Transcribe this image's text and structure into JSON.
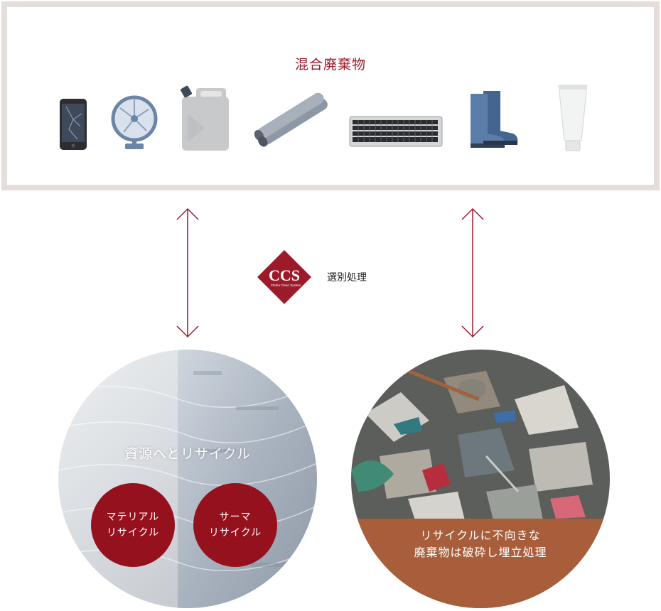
{
  "mixed_waste": {
    "title": "混合廃棄物",
    "items": [
      "smartphone-icon",
      "desk-fan-icon",
      "jerry-can-icon",
      "pipes-icon",
      "keyboard-icon",
      "rubber-boots-icon",
      "cream-tube-icon"
    ]
  },
  "ccs": {
    "logo_text": "CCS",
    "logo_subtext": "Chubu Clean System",
    "process_label": "選別処理"
  },
  "recycle": {
    "title": "資源へとリサイクル",
    "material_line1": "マテリアル",
    "material_line2": "リサイクル",
    "thermal_line1": "サーマ",
    "thermal_line2": "リサイクル"
  },
  "landfill": {
    "line1": "リサイクルに不向きな",
    "line2": "廃棄物は破砕し埋立処理"
  },
  "colors": {
    "accent": "#96111e",
    "frame": "#e5ddd9",
    "landfill_band": "#a85d3b"
  }
}
